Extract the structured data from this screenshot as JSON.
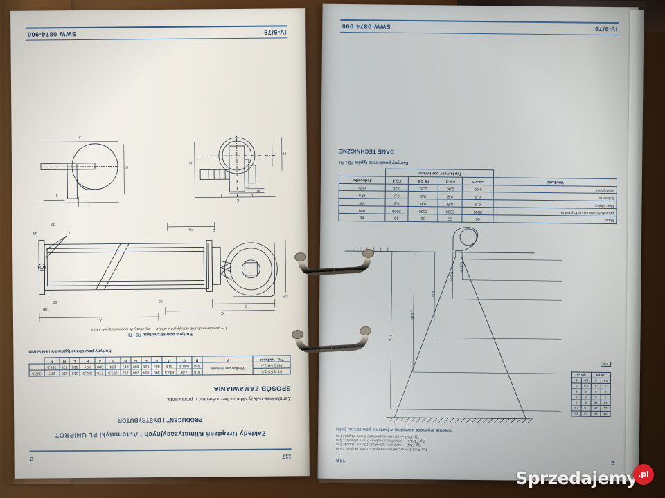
{
  "photo": {
    "watermark_text": "Sprzedajemy",
    "watermark_badge": ".pl",
    "watermark_color": "#d8232a"
  },
  "left_page": {
    "page_number_outer": "3",
    "page_number_inner": "117",
    "footer_left": "SWW 0874-900",
    "footer_right": "IV-9/79",
    "company_line": "Zakłady Urządzeń Klimatyzacyjnych i Automatyki PL UNIPROT",
    "distributor_label": "PRODUCENT I DYSTRYBUTOR",
    "order_heading": "SPOSÓB ZAMAWIANIA",
    "order_text": "Zamówienie należy składać bezpośrednio u producenta.",
    "dim_table": {
      "title": "Kurtyny powietrzne typów FS i FH w mm",
      "col_headers": [
        "Typ i wielkość",
        "A",
        "B",
        "C",
        "D",
        "E",
        "F",
        "G",
        "H",
        "I",
        "J",
        "K",
        "L",
        "M",
        "N"
      ],
      "row_label_col": "Według zamówienia",
      "rows": [
        {
          "type": "FS-1 FS-1,5",
          "values": [
            "616",
            "778",
            "643,5",
            "390",
            "164",
            "280",
            "172",
            "263,5",
            "270",
            "533,5",
            "115",
            "116",
            "287",
            "337,5"
          ]
        },
        {
          "type": "FH-2 FH-2,5",
          "values": [
            "528",
            "848,5",
            "619",
            "454",
            "161",
            "280",
            "217",
            "294",
            "300",
            "694",
            "165",
            "375",
            "388,5",
            ""
          ]
        }
      ]
    },
    "figure_caption": "Kurtyna powietrzna typu FS i FH",
    "figure_note": "1 — dwa otwory do śrub mocujących ⌀ M12, 2 — trzy otwory do śrub mocujących ⌀ M12",
    "drawing_dims": [
      "A",
      "B",
      "C",
      "D",
      "E",
      "F",
      "G",
      "H",
      "I",
      "J",
      "K",
      "L",
      "M",
      "N",
      "290",
      "100",
      "50",
      "45",
      "80"
    ]
  },
  "right_page": {
    "page_number_outer": "2",
    "page_number_inner": "116",
    "footer_left": "SWW 0874-900",
    "footer_right": "IV-9/79",
    "velocity_heading": "Średnia prędkość powietrza w kurtynie powietrznej (m/s)",
    "velocity_notes": [
      "Typ FS/1 — szczelina szerokość 6 mm, długość 1 m",
      "Typ FS/1,5 — szczelina szerokość 6 mm, długość 1,5 m",
      "Typ FH/2 — szczelina szerokość 10 mm, długość 2 m",
      "Typ FH/2,5 — szczelina szerokość 10 mm, długość 2,5 m"
    ],
    "height_labels": [
      "2 m",
      "1,5 m",
      "1 m",
      "0,5 m",
      "0,25 m"
    ],
    "vel_table": {
      "group_headers": [
        "Typ FS",
        "Typ FH"
      ],
      "sub_headers": [
        "1",
        "1,5",
        "2",
        "2,5"
      ],
      "rows": [
        [
          "4",
          "4,5",
          "4",
          "4"
        ],
        [
          "5",
          "4",
          "6",
          "6"
        ],
        [
          "6",
          "5",
          "8",
          "7"
        ],
        [
          "9",
          "8",
          "12",
          "10"
        ],
        [
          "14",
          "16",
          "16",
          "14"
        ],
        [
          "28",
          "25",
          "26",
          "33"
        ]
      ]
    },
    "tech_heading": "DANE TECHNICZNE",
    "tech_table": {
      "title": "Kurtyny powietrzne typów FS i FH",
      "span_header": "Typ kurtyny powietrznej",
      "first_col_header": "Wielkość",
      "unit_col_header": "Jednostka",
      "types": [
        "FS-1",
        "FS-1,5",
        "FM-2",
        "FM-2,5"
      ],
      "rows": [
        {
          "label": "Wydajność",
          "unit": "m³/s",
          "values": [
            "0,20",
            "0,20",
            "0,60",
            "0,60"
          ]
        },
        {
          "label": "Ciśnienie",
          "unit": "kPa",
          "values": [
            "0,9",
            "0,9",
            "0,8",
            "0,8"
          ]
        },
        {
          "label": "Moc silnika",
          "unit": "kW",
          "values": [
            "0,8",
            "0,8",
            "0,8",
            "0,8"
          ]
        },
        {
          "label": "Wysokość otworu maksymalna",
          "unit": "mm",
          "values": [
            "2600",
            "2500",
            "2500",
            "2500"
          ]
        },
        {
          "label": "Masa",
          "unit": "kg",
          "values": [
            "45",
            "50",
            "55",
            "65"
          ]
        }
      ]
    }
  }
}
